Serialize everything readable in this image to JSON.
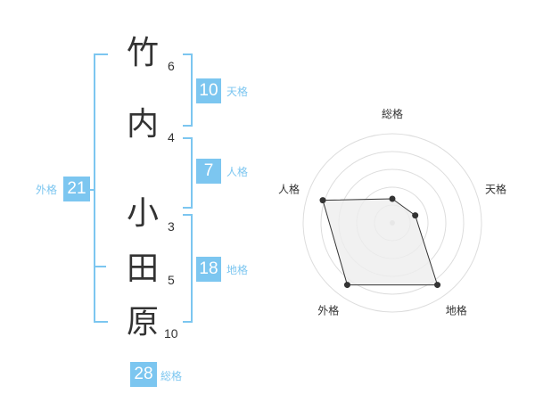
{
  "name": {
    "surname": [
      {
        "char": "竹",
        "strokes": "6"
      },
      {
        "char": "内",
        "strokes": "4"
      }
    ],
    "given": [
      {
        "char": "小",
        "strokes": "3"
      },
      {
        "char": "田",
        "strokes": "5"
      },
      {
        "char": "原",
        "strokes": "10"
      }
    ]
  },
  "kakusu": {
    "tenkaku": {
      "value": "10",
      "label": "天格"
    },
    "jinkaku": {
      "value": "7",
      "label": "人格"
    },
    "chikaku": {
      "value": "18",
      "label": "地格"
    },
    "gaikaku": {
      "value": "21",
      "label": "外格"
    },
    "soukaku": {
      "value": "28",
      "label": "総格"
    }
  },
  "radar": {
    "axes": [
      "総格",
      "天格",
      "地格",
      "外格",
      "人格"
    ],
    "values": [
      0.27,
      0.27,
      0.86,
      0.86,
      0.82
    ],
    "line_color": "#333333",
    "fill_color": "#eeeeee",
    "grid_color": "#dddddd",
    "accent_color": "#7cc6f0"
  }
}
